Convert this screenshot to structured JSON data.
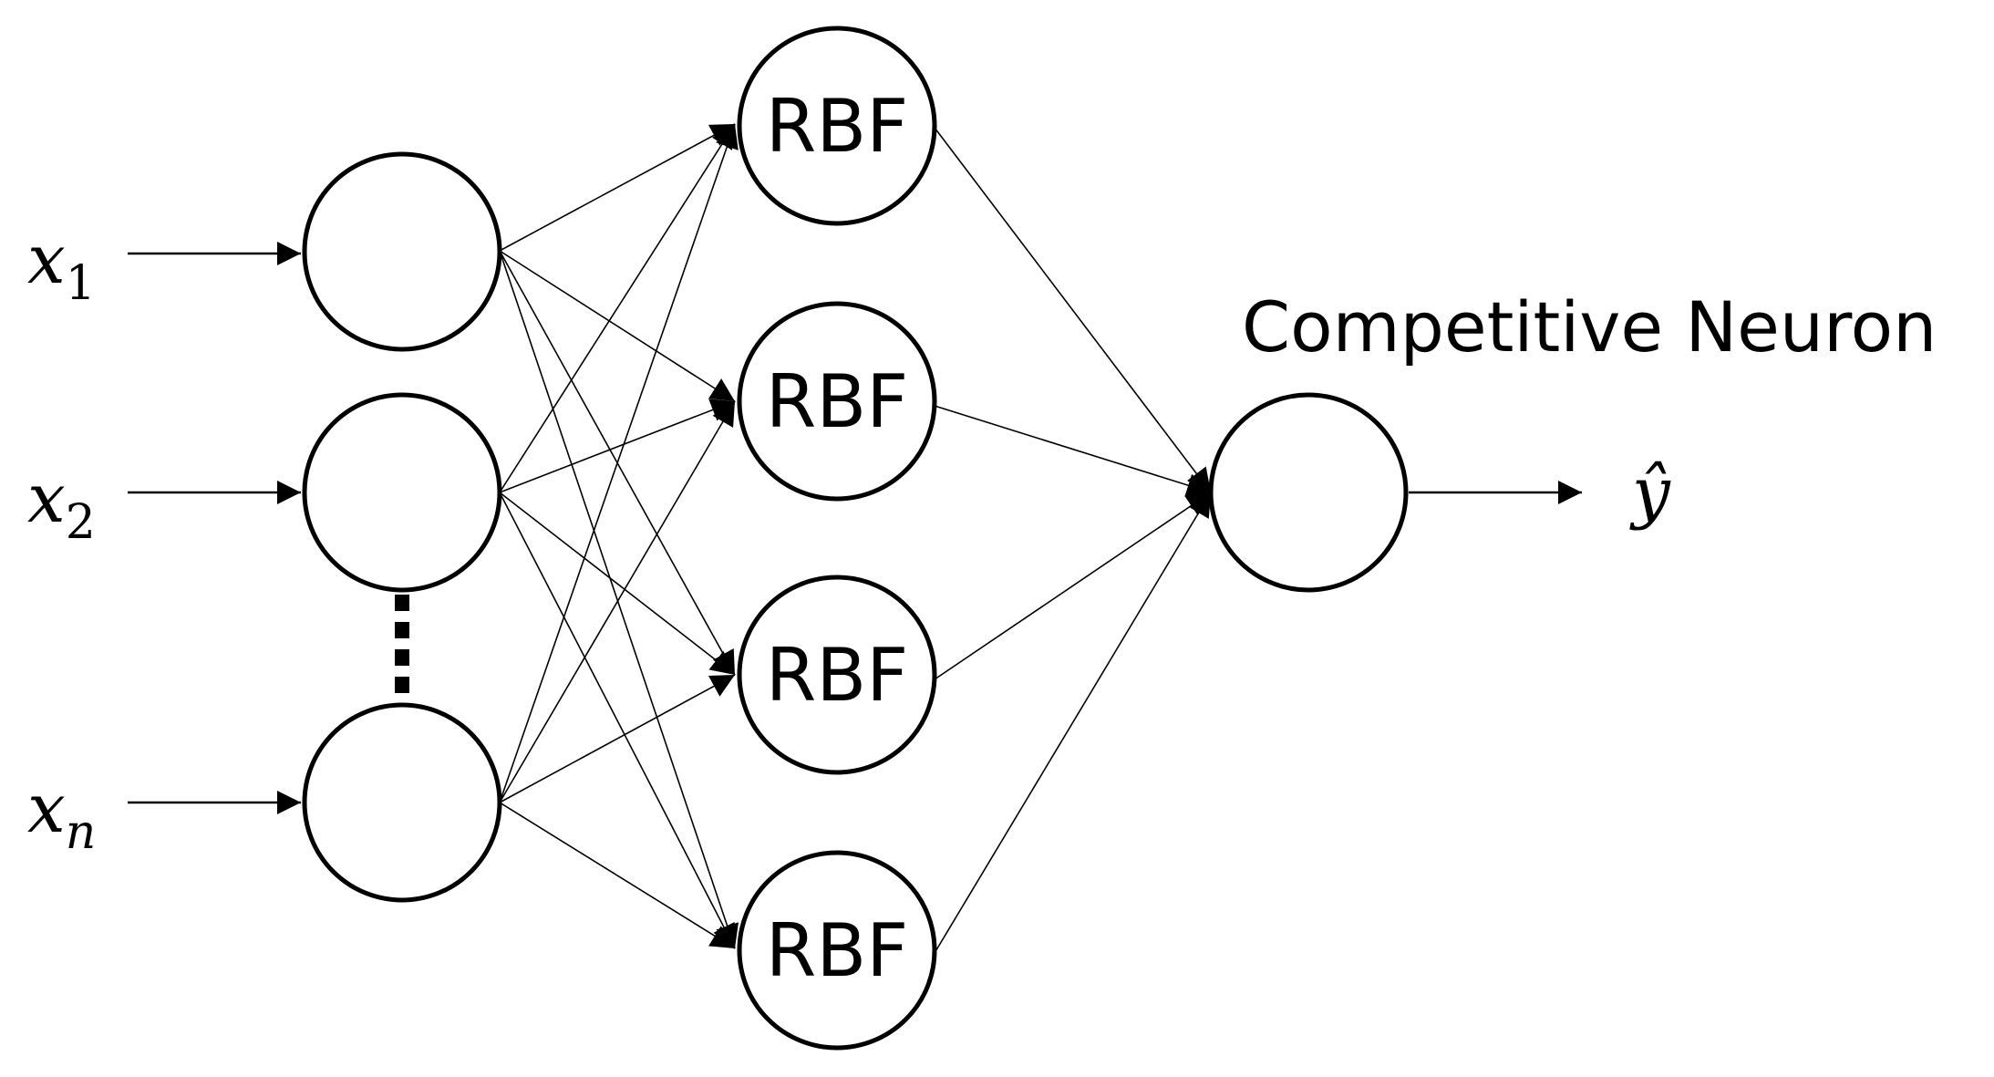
{
  "inputs": [
    {
      "symbol": "x",
      "subscript": "1"
    },
    {
      "symbol": "x",
      "subscript": "2"
    },
    {
      "symbol": "x",
      "subscript": "n"
    }
  ],
  "hidden_label": "RBF",
  "output_title": "Competitive Neuron",
  "output_symbol": "ŷ"
}
